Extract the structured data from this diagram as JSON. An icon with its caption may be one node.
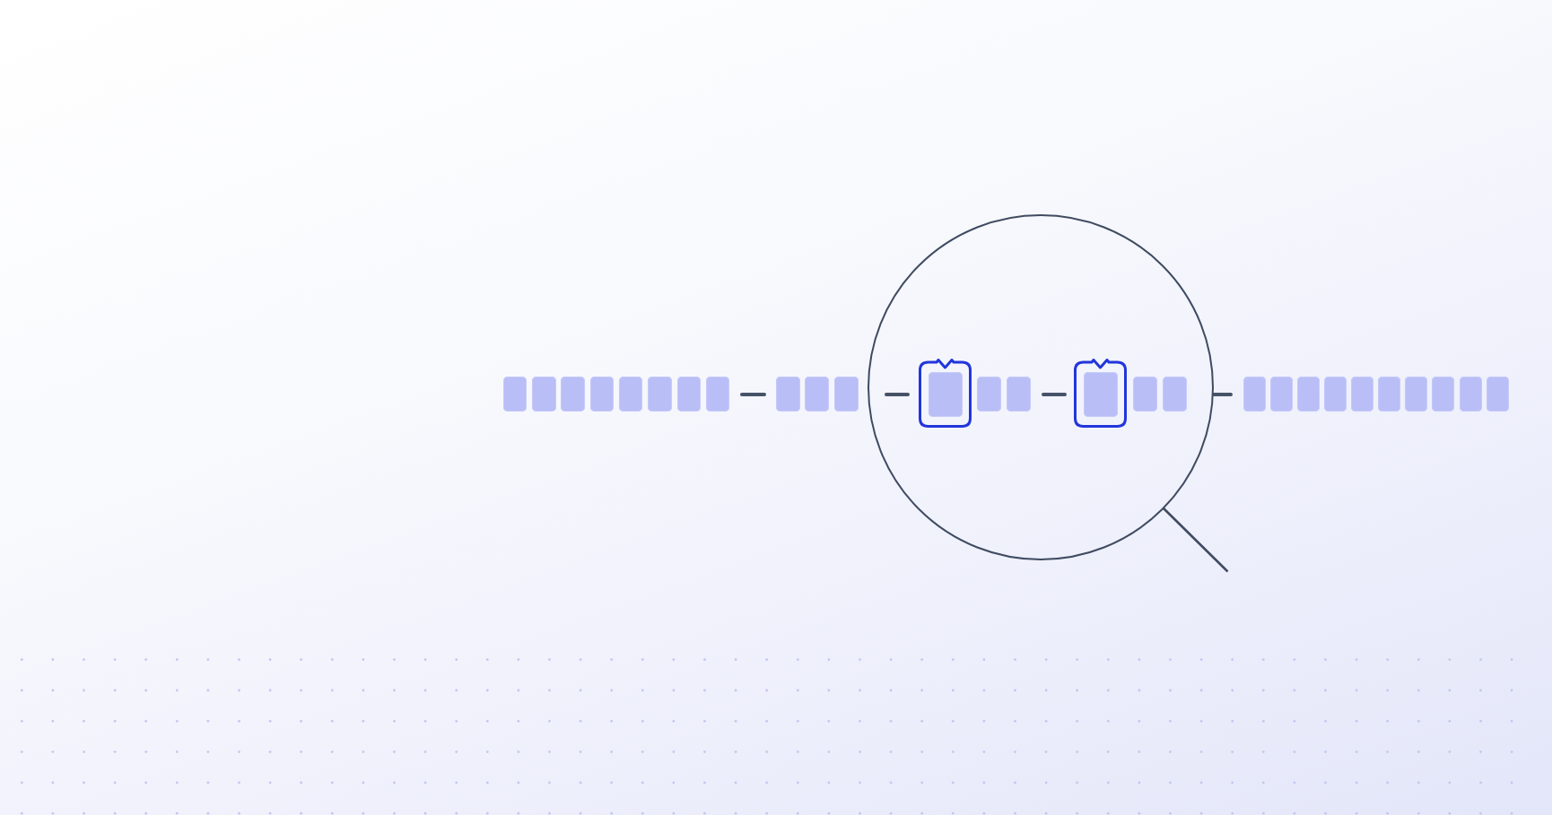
{
  "diagram": {
    "nodes": [
      {
        "text": [],
        "shape": "box"
      },
      {
        "text": [],
        "shape": "box"
      },
      {
        "text": [],
        "shape": "box"
      },
      {
        "text": [],
        "shape": "box"
      },
      {
        "text": [],
        "shape": "box"
      },
      {
        "text": [],
        "shape": "box"
      },
      {
        "text": [],
        "shape": "box"
      },
      {
        "text": [],
        "shape": "box"
      },
      {
        "text": [],
        "shape": "box"
      },
      {
        "text": [],
        "shape": "box"
      },
      {
        "text": [],
        "shape": "box"
      },
      {
        "text": [],
        "shape": "circle"
      },
      {
        "text": [],
        "shape": "frame",
        "in": 11
      },
      {
        "text": [],
        "shape": "box",
        "in": 12
      },
      {
        "text": [],
        "shape": "box",
        "in": 11
      },
      {
        "text": [],
        "shape": "box",
        "in": 11
      },
      {
        "text": [],
        "shape": "frame",
        "in": 11
      },
      {
        "text": [],
        "shape": "box",
        "in": 16
      },
      {
        "text": [],
        "shape": "box",
        "in": 11
      },
      {
        "text": [],
        "shape": "box",
        "in": 11
      },
      {
        "text": [],
        "shape": "box"
      },
      {
        "text": [],
        "shape": "box"
      },
      {
        "text": [],
        "shape": "box"
      },
      {
        "text": [],
        "shape": "box"
      },
      {
        "text": [],
        "shape": "box"
      },
      {
        "text": [],
        "shape": "box"
      },
      {
        "text": [],
        "shape": "box"
      },
      {
        "text": [],
        "shape": "box"
      },
      {
        "text": [],
        "shape": "box"
      },
      {
        "text": [],
        "shape": "box"
      }
    ]
  }
}
